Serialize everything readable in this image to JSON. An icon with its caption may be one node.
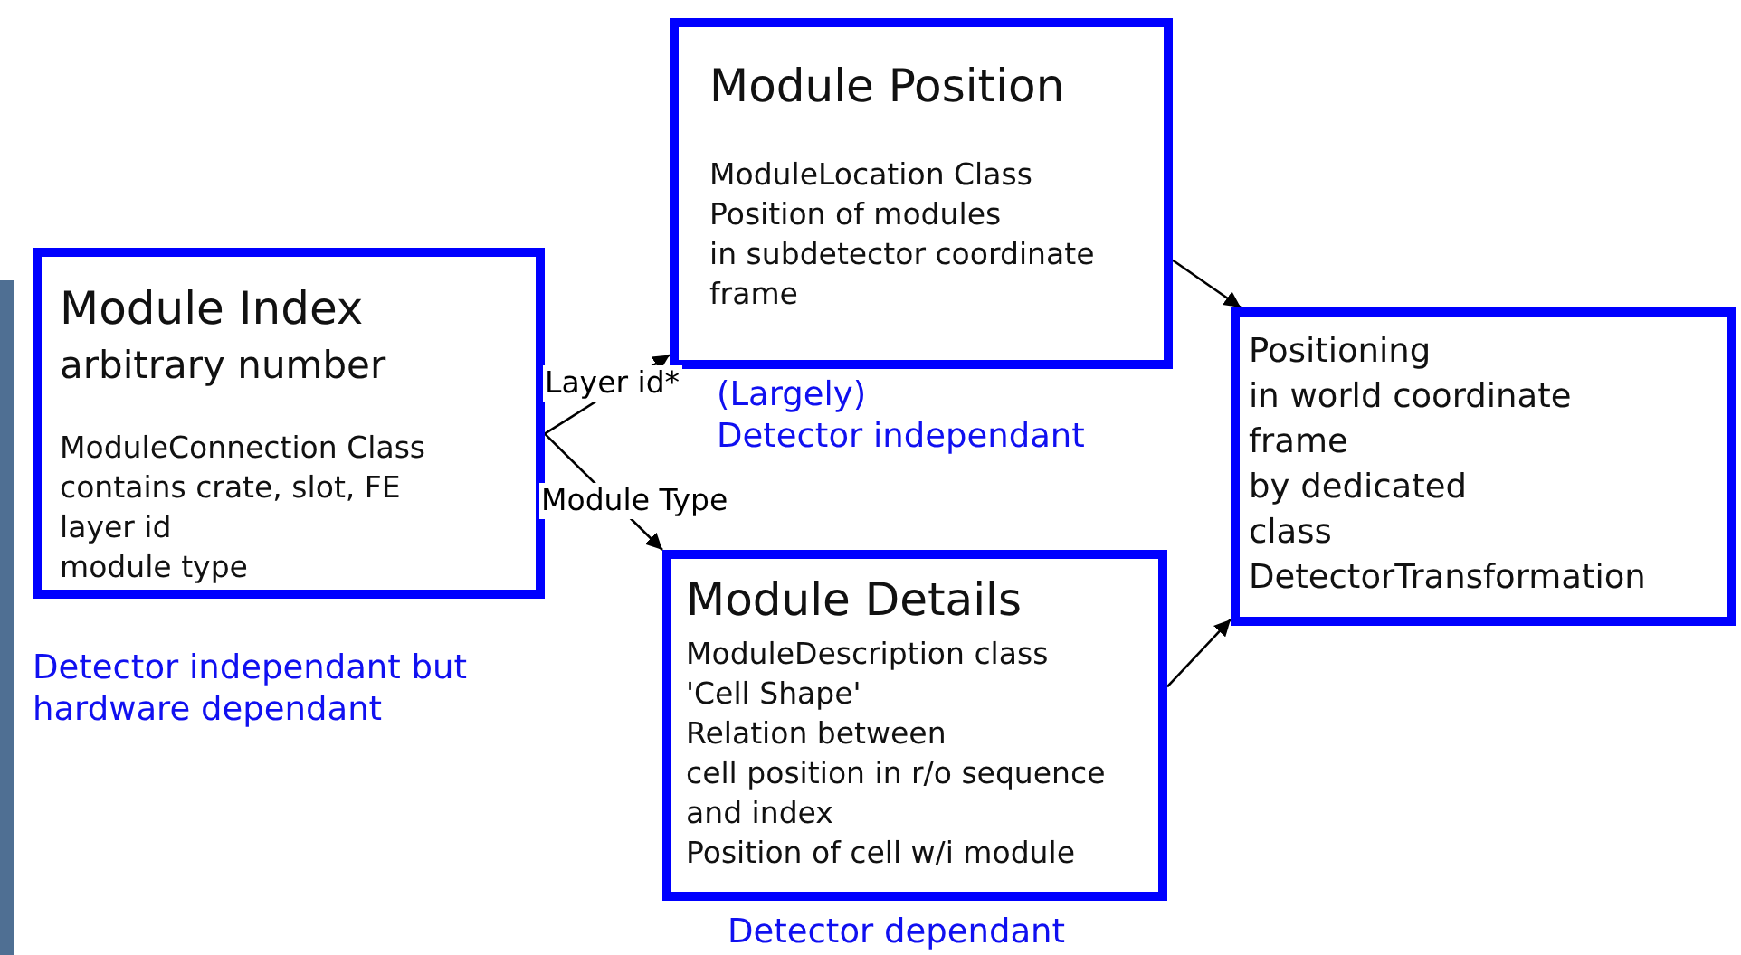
{
  "diagram": {
    "nodes": [
      {
        "text": [
          "Module Index",
          "arbitrary number",
          "ModuleConnection Class",
          "contains crate, slot, FE",
          "layer id",
          "module type"
        ],
        "beside": [
          "Detector independant but hardware dependant"
        ]
      },
      {
        "text": [
          "Module Position",
          "ModuleLocation Class",
          "Position of modules",
          "in subdetector coordinate",
          "frame"
        ],
        "beside": [
          "(Largely)",
          "Detector independant"
        ]
      },
      {
        "text": [
          "Module Details",
          "ModuleDescription class",
          "'Cell Shape'",
          "Relation between",
          "cell position in r/o sequence",
          "and index",
          "Position of cell w/i module"
        ],
        "beside": [
          "Detector dependant"
        ]
      },
      {
        "text": [
          "Positioning",
          "in world coordinate",
          "frame",
          "by dedicated",
          "class",
          "DetectorTransformation"
        ]
      }
    ],
    "edges": [
      {
        "from": 0,
        "to": 1,
        "arrow": "to",
        "label": "Layer id*"
      },
      {
        "from": 0,
        "to": 2,
        "arrow": "to",
        "label": "Module Type"
      },
      {
        "from": 1,
        "to": 3,
        "arrow": "to"
      },
      {
        "from": 2,
        "to": 3,
        "arrow": "to"
      }
    ]
  }
}
